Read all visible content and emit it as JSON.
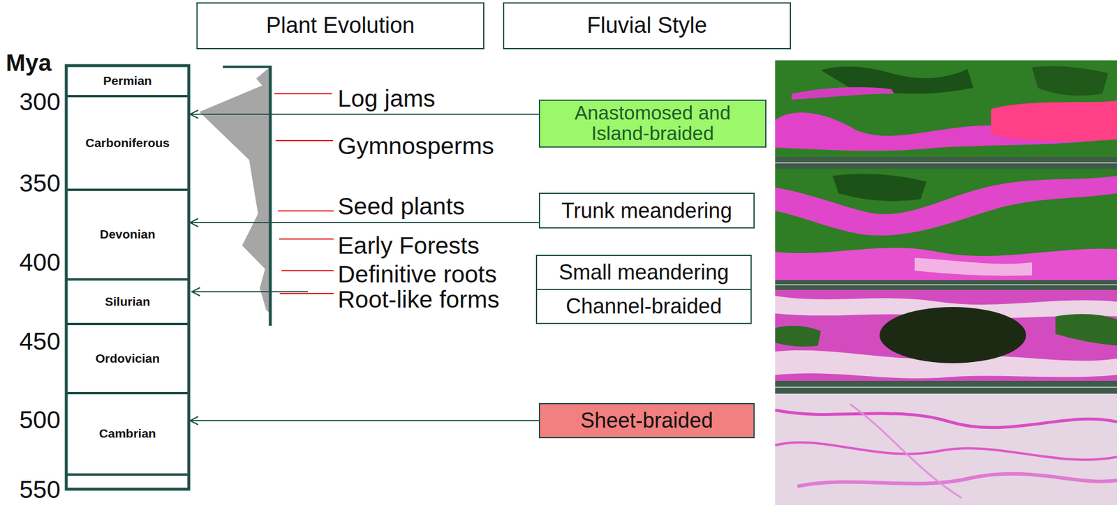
{
  "diagram": {
    "nodes": [
      {
        "text": [
          "Plant Evolution"
        ]
      },
      {
        "text": [
          "Fluvial Style"
        ]
      },
      {
        "text": [
          "Permian"
        ]
      },
      {
        "text": [
          "Carboniferous"
        ]
      },
      {
        "text": [
          "Devonian"
        ]
      },
      {
        "text": [
          "Silurian"
        ]
      },
      {
        "text": [
          "Ordovician"
        ]
      },
      {
        "text": [
          "Cambrian"
        ]
      },
      {
        "text": [
          "Anastomosed and Island-braided"
        ]
      },
      {
        "text": [
          "Trunk meandering"
        ]
      },
      {
        "text": [
          "Small meandering"
        ]
      },
      {
        "text": [
          "Channel-braided"
        ]
      },
      {
        "text": [
          "Sheet-braided"
        ]
      }
    ],
    "edges": [
      {
        "from": 8,
        "to": 3,
        "arrow": "to"
      },
      {
        "from": 9,
        "to": 4,
        "arrow": "to"
      },
      {
        "from": 12,
        "to": 7,
        "arrow": "to"
      }
    ],
    "labels": [
      "Mya",
      "300",
      "350",
      "400",
      "450",
      "500",
      "550",
      "Log jams",
      "Gymnosperms",
      "Seed plants",
      "Early Forests",
      "Definitive roots",
      "Root-like forms"
    ]
  }
}
